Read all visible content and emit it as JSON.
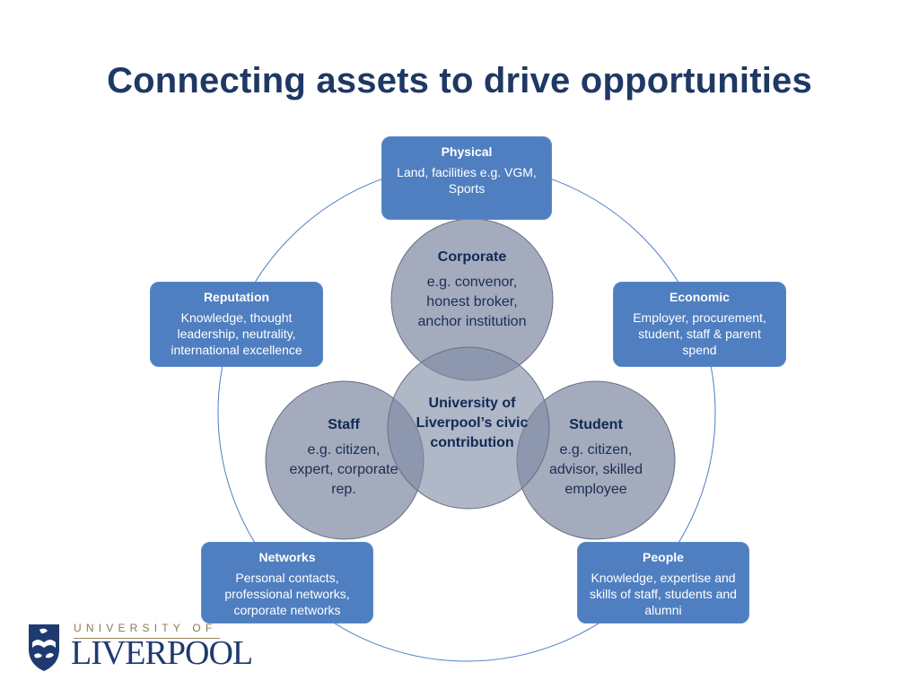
{
  "title": "Connecting assets to drive opportunities",
  "colors": {
    "title": "#1f3864",
    "box_fill": "#4f7fc0",
    "circle_fill": "#7f8aa3",
    "ring_stroke": "#4f7fc0"
  },
  "boxes": {
    "physical": {
      "title": "Physical",
      "body": "Land, facilities e.g. VGM, Sports"
    },
    "economic": {
      "title": "Economic",
      "body": "Employer, procurement, student, staff & parent spend"
    },
    "people": {
      "title": "People",
      "body": "Knowledge, expertise and skills of staff, students and alumni"
    },
    "networks": {
      "title": "Networks",
      "body": "Personal contacts, professional networks, corporate networks"
    },
    "reputation": {
      "title": "Reputation",
      "body": "Knowledge, thought leadership, neutrality, international excellence"
    }
  },
  "circles": {
    "corporate": {
      "title": "Corporate",
      "body": "e.g. convenor, honest broker, anchor institution"
    },
    "staff": {
      "title": "Staff",
      "body": "e.g. citizen, expert, corporate rep."
    },
    "student": {
      "title": "Student",
      "body": "e.g. citizen, advisor, skilled employee"
    },
    "center": {
      "body": "University of Liverpool’s civic contribution"
    }
  },
  "logo": {
    "top": "UNIVERSITY OF",
    "main": "LIVERPOOL",
    "icon": "university-crest-icon"
  }
}
